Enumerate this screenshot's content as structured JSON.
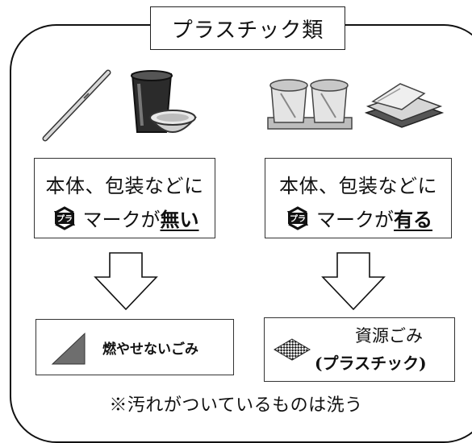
{
  "title": "プラスチック類",
  "left": {
    "line1": "本体、包装などに",
    "mark_label": "マークが",
    "emphasis": "無い",
    "result": "燃やせないごみ",
    "icon": "gray-triangle-icon",
    "items": [
      "straw-image",
      "plastic-cups-image"
    ]
  },
  "right": {
    "line1": "本体、包装などに",
    "mark_label": "マークが",
    "emphasis": "有る",
    "result_line1": "資源ごみ",
    "result_line2": "(プラスチック)",
    "icon": "checkered-diamond-icon",
    "items": [
      "cup-pack-image",
      "food-tray-image"
    ]
  },
  "recycle_mark": "プラ",
  "note": "※汚れがついているものは洗う",
  "colors": {
    "triangle": "#6e6e6e",
    "stroke": "#111111"
  }
}
